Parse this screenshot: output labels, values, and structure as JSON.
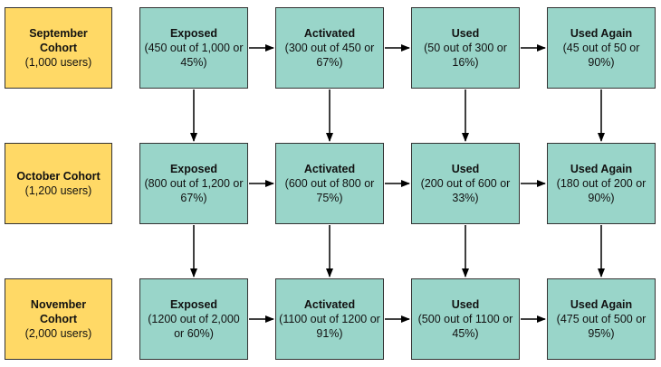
{
  "colors": {
    "cohort_fill": "#ffd966",
    "stage_fill": "#99d5c9",
    "border": "#333333",
    "arrow": "#000000"
  },
  "rows": [
    {
      "cohort": {
        "title": "September Cohort",
        "detail": "(1,000 users)"
      },
      "stages": [
        {
          "title": "Exposed",
          "detail": "(450 out of 1,000 or 45%)"
        },
        {
          "title": "Activated",
          "detail": "(300 out of 450 or 67%)"
        },
        {
          "title": "Used",
          "detail": "(50 out of 300 or 16%)"
        },
        {
          "title": "Used Again",
          "detail": "(45 out of 50 or 90%)"
        }
      ]
    },
    {
      "cohort": {
        "title": "October Cohort",
        "detail": "(1,200 users)"
      },
      "stages": [
        {
          "title": "Exposed",
          "detail": "(800 out of 1,200 or 67%)"
        },
        {
          "title": "Activated",
          "detail": "(600 out of 800 or 75%)"
        },
        {
          "title": "Used",
          "detail": "(200 out of 600 or 33%)"
        },
        {
          "title": "Used Again",
          "detail": "(180 out of 200 or 90%)"
        }
      ]
    },
    {
      "cohort": {
        "title": "November Cohort",
        "detail": "(2,000 users)"
      },
      "stages": [
        {
          "title": "Exposed",
          "detail": "(1200 out of 2,000 or 60%)"
        },
        {
          "title": "Activated",
          "detail": "(1100 out of 1200 or 91%)"
        },
        {
          "title": "Used",
          "detail": "(500 out of 1100 or 45%)"
        },
        {
          "title": "Used Again",
          "detail": "(475 out of 500 or 95%)"
        }
      ]
    }
  ]
}
